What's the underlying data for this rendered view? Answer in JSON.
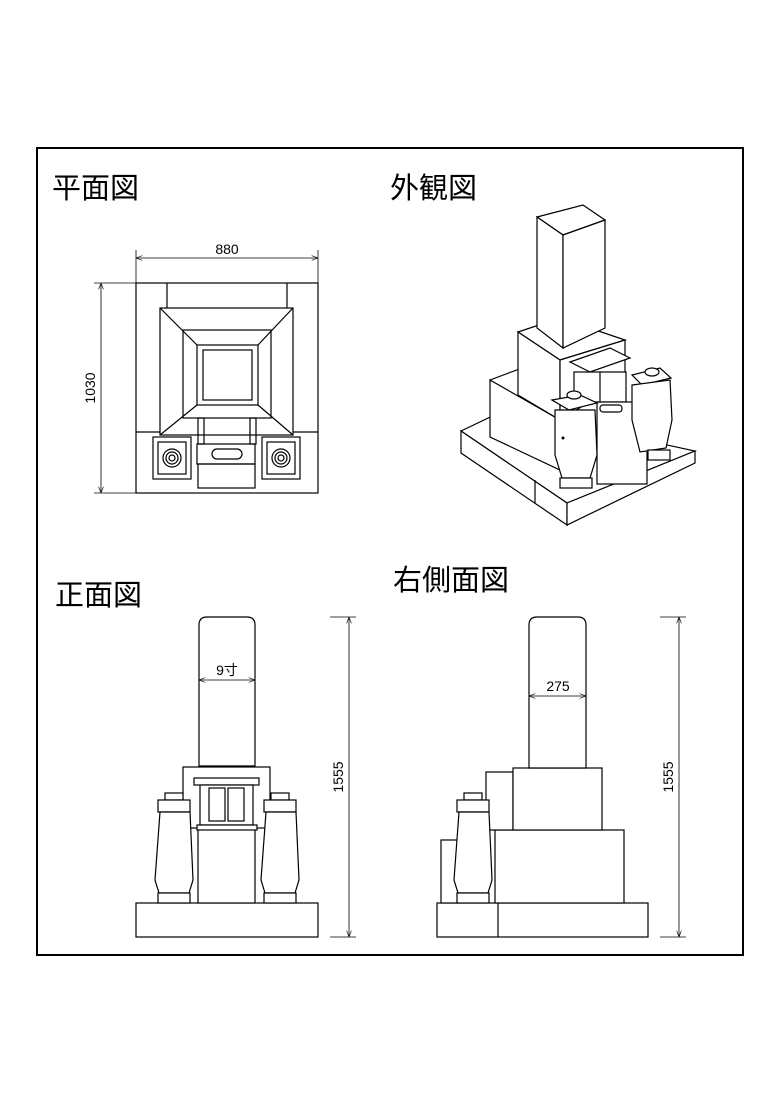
{
  "titles": {
    "plan": "平面図",
    "perspective": "外観図",
    "front": "正面図",
    "right_side": "右側面図"
  },
  "dimensions": {
    "plan_width": "880",
    "plan_depth": "1030",
    "front_pillar_width": "9寸",
    "front_height": "1555",
    "side_pillar_width": "275",
    "side_height": "1555"
  }
}
